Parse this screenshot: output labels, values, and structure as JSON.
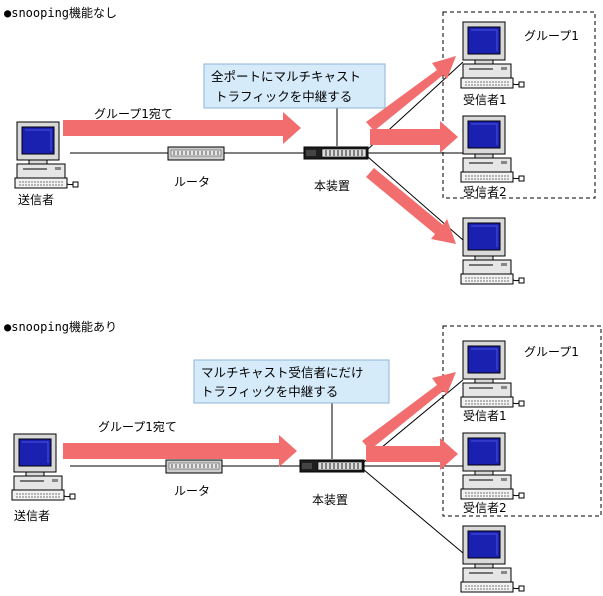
{
  "panels": [
    {
      "title": "●snooping機能なし",
      "sender_label": "送信者",
      "router_label": "ルータ",
      "switch_label": "本装置",
      "flow_label": "グループ1宛て",
      "group_label": "グループ1",
      "receiver1_label": "受信者1",
      "receiver2_label": "受信者2",
      "callout_line1": "全ポートにマルチキャスト",
      "callout_line2": "トラフィックを中継する"
    },
    {
      "title": "●snooping機能あり",
      "sender_label": "送信者",
      "router_label": "ルータ",
      "switch_label": "本装置",
      "flow_label": "グループ1宛て",
      "group_label": "グループ1",
      "receiver1_label": "受信者1",
      "receiver2_label": "受信者2",
      "callout_line1": "マルチキャスト受信者にだけ",
      "callout_line2": "トラフィックを中継する"
    }
  ],
  "colors": {
    "arrow": "#f26d6d",
    "callout_fill": "#d6ebfa",
    "callout_border": "#8fb6d9",
    "screen": "#1a20b0"
  }
}
